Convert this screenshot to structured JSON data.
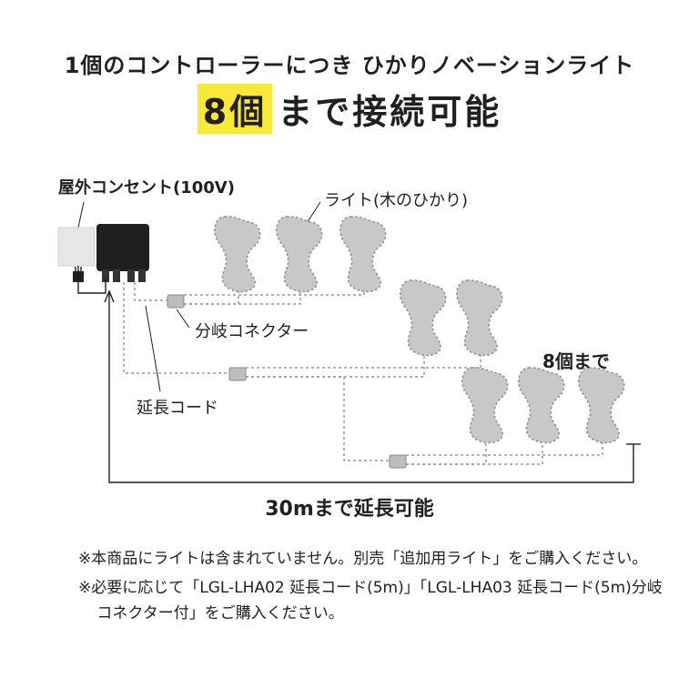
{
  "heading": {
    "line1": "1個のコントローラーにつき ひかりノベーションライト",
    "count_highlight": "8個",
    "line2_rest": "まで接続可能"
  },
  "diagram": {
    "outlet_label": "屋外コンセント(100V)",
    "lights_label": "ライト(木のひかり)",
    "branch_connector_label": "分岐コネクター",
    "extension_cord_label": "延長コード",
    "max_count_label": "8個まで",
    "max_length_label": "30mまで延長可能",
    "colors": {
      "light_fill": "#c8c8c8",
      "controller": "#1f1f1f",
      "line": "#8a8a8a"
    }
  },
  "notes": [
    "※本商品にライトは含まれていません。別売「追加用ライト」をご購入ください。",
    "※必要に応じて「LGL-LHA02 延長コード(5m)」「LGL-LHA03 延長コード(5m)分岐コネクター付」をご購入ください。"
  ]
}
